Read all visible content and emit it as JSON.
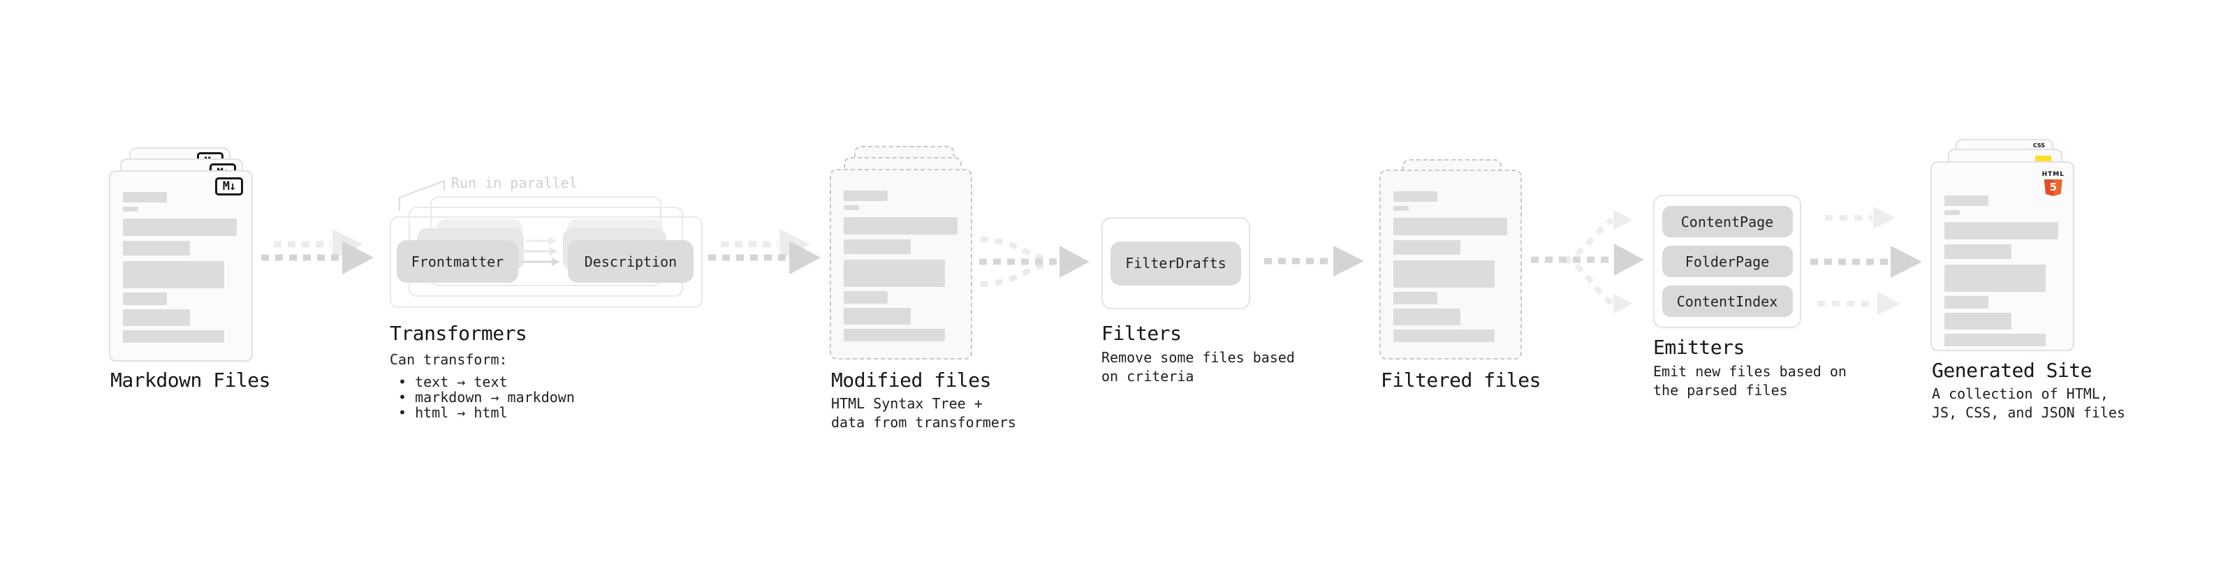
{
  "colors": {
    "background": "#ffffff",
    "card_border": "#e2e2e2",
    "dashed_border": "#c9c9c9",
    "placeholder_bar": "#dcdcdc",
    "pill_fill": "#dcdcdc",
    "arrow_gray": "#d4d4d4",
    "arrow_light": "#ececec",
    "annotation_gray": "#d0d0d0",
    "text_dark": "#1a1a1a",
    "html5_orange": "#e44d26",
    "html5_orange_light": "#f16529",
    "js_yellow": "#ffdf1e",
    "css_blue": "#2965f1"
  },
  "stages": {
    "markdown_files": {
      "label": "Markdown Files",
      "badge": "M↓"
    },
    "transformers": {
      "annotation": "Run in parallel",
      "pill_left": "Frontmatter",
      "pill_right": "Description",
      "title": "Transformers",
      "desc_heading": "Can transform:",
      "bullets": [
        "• text → text",
        "• markdown → markdown",
        "• html → html"
      ]
    },
    "modified_files": {
      "title": "Modified files",
      "desc": [
        "HTML Syntax Tree +",
        "data from transformers"
      ]
    },
    "filters": {
      "pill": "FilterDrafts",
      "title": "Filters",
      "desc": [
        "Remove some files based",
        "on criteria"
      ]
    },
    "filtered_files": {
      "title": "Filtered files"
    },
    "emitters": {
      "pills": [
        "ContentPage",
        "FolderPage",
        "ContentIndex"
      ],
      "title": "Emitters",
      "desc": [
        "Emit new files based on",
        "the parsed files"
      ]
    },
    "generated_site": {
      "title": "Generated Site",
      "desc": [
        "A collection of HTML,",
        "JS, CSS, and JSON files"
      ],
      "css_badge": "CSS",
      "html_badge": "HTML",
      "html5_number": "5"
    }
  }
}
